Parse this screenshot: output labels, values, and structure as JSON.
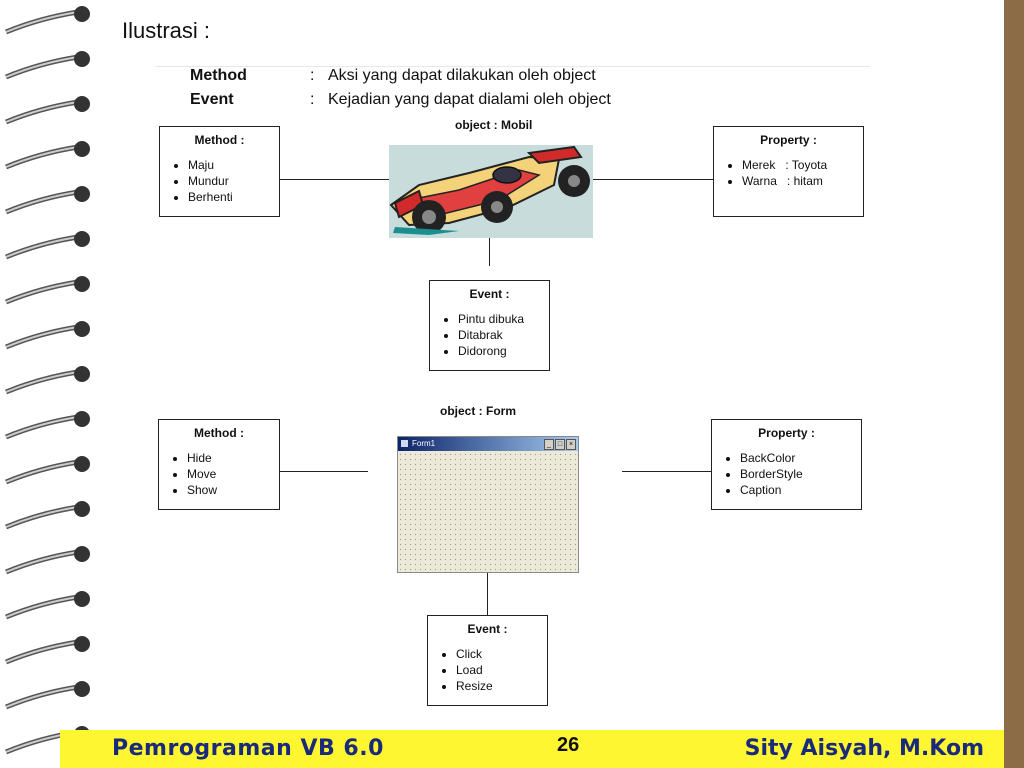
{
  "heading": "Ilustrasi :",
  "definitions": [
    {
      "term": "Method",
      "colon": ":",
      "desc": "Aksi yang dapat dilakukan oleh object"
    },
    {
      "term": "Event",
      "colon": ":",
      "desc": "Kejadian yang dapat dialami oleh object"
    }
  ],
  "mobil": {
    "caption": "object : Mobil",
    "method": {
      "title": "Method :",
      "items": [
        "Maju",
        "Mundur",
        "Berhenti"
      ]
    },
    "property": {
      "title": "Property :",
      "items": [
        "Merek   : Toyota",
        "Warna   : hitam"
      ]
    },
    "event": {
      "title": "Event :",
      "items": [
        "Pintu dibuka",
        "Ditabrak",
        "Didorong"
      ]
    }
  },
  "form": {
    "caption": "object : Form",
    "window_title": "Form1",
    "window_buttons": [
      "_",
      "□",
      "×"
    ],
    "method": {
      "title": "Method :",
      "items": [
        "Hide",
        "Move",
        "Show"
      ]
    },
    "property": {
      "title": "Property :",
      "items": [
        "BackColor",
        "BorderStyle",
        "Caption"
      ]
    },
    "event": {
      "title": "Event :",
      "items": [
        "Click",
        "Load",
        "Resize"
      ]
    }
  },
  "footer": {
    "left": "Pemrograman  VB 6.0",
    "page": "26",
    "right": "Sity Aisyah, M.Kom"
  },
  "colors": {
    "footer_bg": "#fff632",
    "footer_text": "#1a2a7a",
    "border": "#8c6b47"
  }
}
